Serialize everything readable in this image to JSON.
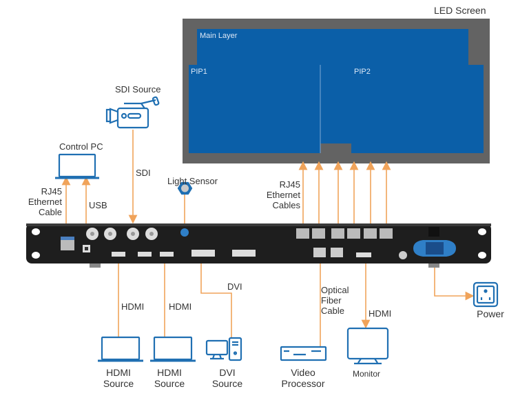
{
  "title": "LED Screen",
  "led_screen": {
    "label": "LED Screen",
    "layers": {
      "main": "Main Layer",
      "pip1": "PIP1",
      "pip2": "PIP2"
    }
  },
  "sources": {
    "sdi": {
      "title": "SDI Source",
      "cable": "SDI",
      "icon": "video-camera-icon"
    },
    "control_pc": {
      "title": "Control PC",
      "icon": "laptop-icon"
    },
    "light_sensor": {
      "title": "Light Sensor",
      "icon": "light-sensor-icon"
    },
    "hdmi1": {
      "title": "HDMI\nSource",
      "cable": "HDMI",
      "icon": "laptop-icon"
    },
    "hdmi2": {
      "title": "HDMI\nSource",
      "cable": "HDMI",
      "icon": "laptop-icon"
    },
    "dvi": {
      "title": "DVI\nSource",
      "cable": "DVI",
      "icon": "desktop-pc-icon"
    },
    "video_processor": {
      "title": "Video\nProcessor",
      "cable": "Optical\nFiber\nCable",
      "icon": "video-processor-icon"
    },
    "monitor": {
      "title": "Monitor",
      "cable": "HDMI",
      "icon": "monitor-icon"
    },
    "power": {
      "title": "Power",
      "icon": "power-outlet-icon"
    }
  },
  "cables": {
    "rj45_pc": "RJ45\nEthernet\nCable",
    "usb": "USB",
    "rj45_outputs": "RJ45\nEthernet\nCables"
  },
  "colors": {
    "cable": "#f0a35a",
    "led_frame": "#636363",
    "led_blue": "#0b5fa8",
    "icon_blue": "#1f6fb2",
    "device_body": "#1e1e1e"
  }
}
